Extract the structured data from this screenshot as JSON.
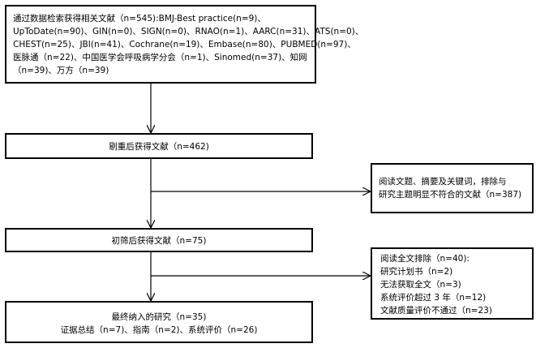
{
  "search_box": {
    "lines": [
      "通过数据检索获得相关文献（n=545):BMJ-Best practice(n=9)、",
      "UpToDate(n=90)、GIN(n=0)、SIGN(n=0)、RNAO(n=1)、AARC(n=31)、ATS(n=0)、",
      "CHEST(n=25)、JBI(n=41)、Cochrane(n=19)、Embase(n=80)、PUBMED(n=97)、",
      "医脉通（n=22)、中国医学会呼吸病学分会（n=1)、Sinomed(n=37)、知网",
      "（n=39)、万方（n=39)"
    ]
  },
  "dedup_box": {
    "text": "剔重后获得文献（n=462)"
  },
  "exclusion1_box": {
    "lines": [
      "阅读文题、摘要及关键词，排除与",
      "研究主题明显不符合的文献（n=387)"
    ]
  },
  "screen_box": {
    "text": "初筛后获得文献（n=75)"
  },
  "exclusion2_box": {
    "lines": [
      "阅读全文排除（n=40):",
      "研究计划书（n=2)",
      "无法获取全文（n=3)",
      "系统评价超过 3 年（n=12)",
      "文献质量评价不通过（n=23)"
    ]
  },
  "final_box": {
    "lines": [
      "最终纳入的研究（n=35)",
      "证据总结（n=7)、指南（n=2)、系统评价（n=26)"
    ]
  }
}
